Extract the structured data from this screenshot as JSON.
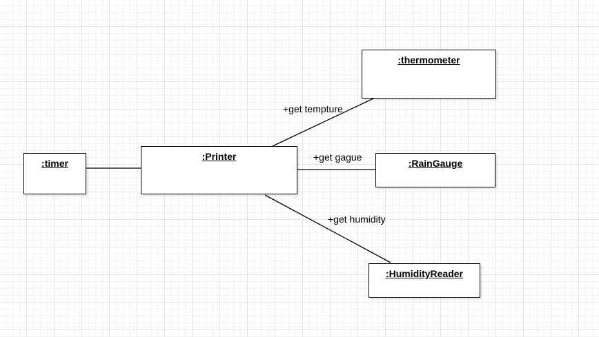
{
  "diagram": {
    "objects": {
      "timer": ":timer",
      "printer": ":Printer",
      "thermometer": ":thermometer",
      "rain_gauge": ":RainGauge",
      "humidity_reader": ":HumidityReader"
    },
    "links": {
      "temperature": "+get tempture",
      "gauge": "+get gague",
      "humidity": "+get humidity"
    }
  },
  "colors": {
    "background": "#ffffff",
    "grid": "#e6e6e6",
    "stroke": "#000000"
  }
}
